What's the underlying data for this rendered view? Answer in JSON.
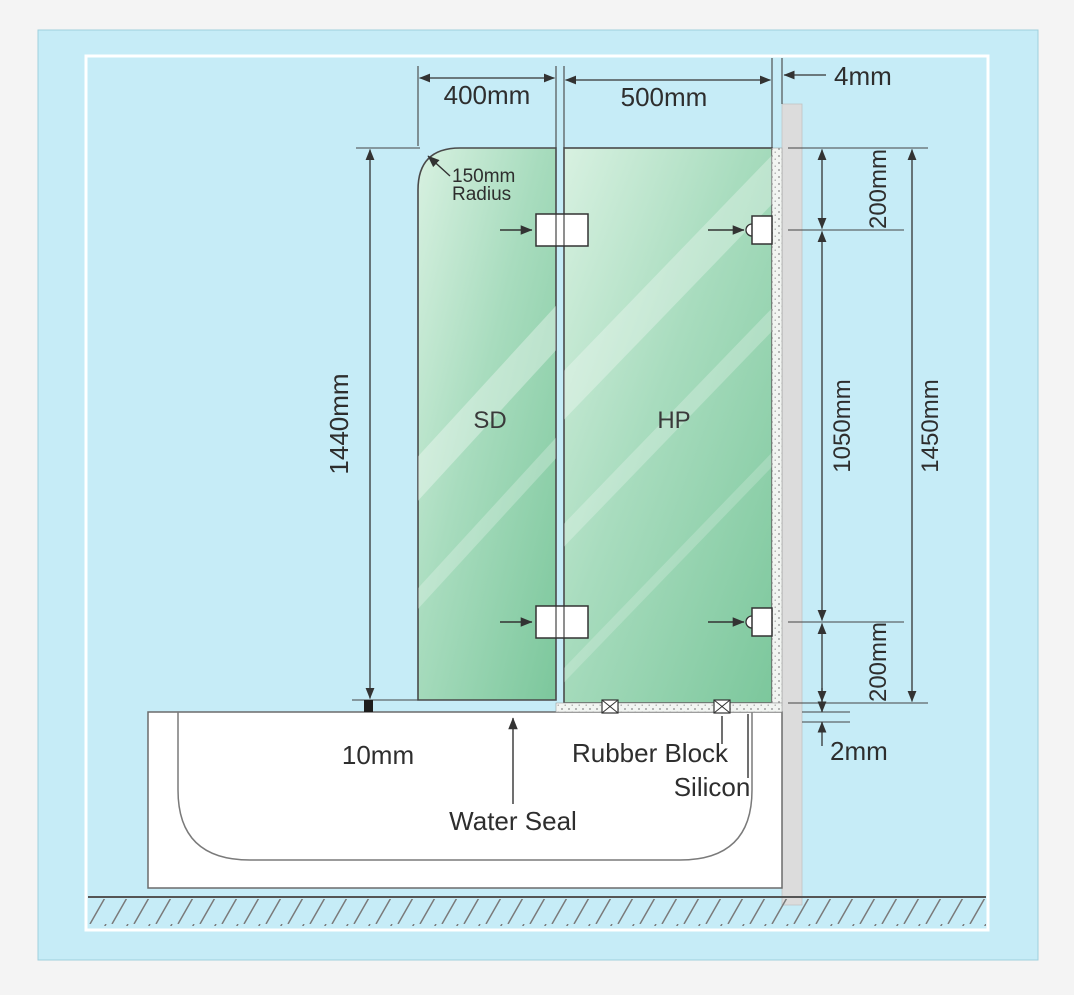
{
  "panels": {
    "sd": "SD",
    "hp": "HP"
  },
  "dims": {
    "width_sd": "400mm",
    "width_hp": "500mm",
    "gap_wall": "4mm",
    "radius_value": "150mm",
    "radius_word": "Radius",
    "height_sd": "1440mm",
    "right_top": "200mm",
    "right_mid": "1050mm",
    "right_bottom": "200mm",
    "right_total": "1450mm",
    "bottom_gap": "10mm",
    "tub_gap": "2mm"
  },
  "labels": {
    "water_seal": "Water Seal",
    "rubber_block": "Rubber Block",
    "silicon": "Silicon"
  },
  "colors": {
    "background_blue": "#c6ecf7",
    "glass_light": "#d6f0e0",
    "glass_dark": "#7cc79c",
    "wall_gray": "#dcdcdc",
    "line": "#333333"
  }
}
